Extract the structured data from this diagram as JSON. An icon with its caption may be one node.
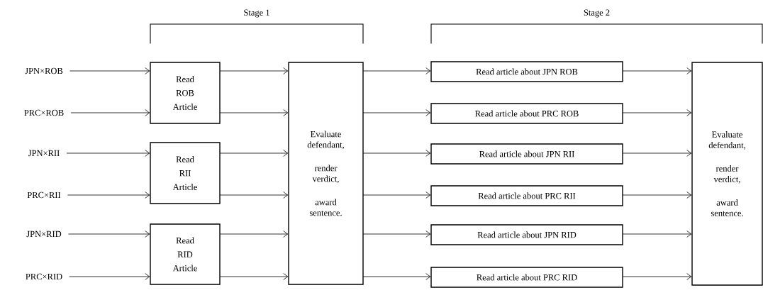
{
  "diagram": {
    "nodes": [
      {
        "text": [
          "JPN×ROB"
        ]
      },
      {
        "text": [
          "PRC×ROB"
        ]
      },
      {
        "text": [
          "JPN×RII"
        ]
      },
      {
        "text": [
          "PRC×RII"
        ]
      },
      {
        "text": [
          "JPN×RID"
        ]
      },
      {
        "text": [
          "PRC×RID"
        ]
      },
      {
        "text": [
          "Read ROB Article"
        ]
      },
      {
        "text": [
          "Read RII Article"
        ]
      },
      {
        "text": [
          "Read RID Article"
        ]
      },
      {
        "text": [
          "Evaluate defendant,",
          "render verdict,",
          "award sentence."
        ]
      },
      {
        "text": [
          "Read article about JPN ROB"
        ]
      },
      {
        "text": [
          "Read article about PRC ROB"
        ]
      },
      {
        "text": [
          "Read article about JPN RII"
        ]
      },
      {
        "text": [
          "Read article about PRC RII"
        ]
      },
      {
        "text": [
          "Read article about JPN RID"
        ]
      },
      {
        "text": [
          "Read article about PRC RID"
        ]
      },
      {
        "text": [
          "Evaluate defendant,",
          "render verdict,",
          "award sentence."
        ]
      }
    ],
    "edges": [
      {
        "from": 0,
        "to": 6,
        "arrow": "to"
      },
      {
        "from": 1,
        "to": 6,
        "arrow": "to"
      },
      {
        "from": 2,
        "to": 7,
        "arrow": "to"
      },
      {
        "from": 3,
        "to": 7,
        "arrow": "to"
      },
      {
        "from": 4,
        "to": 8,
        "arrow": "to"
      },
      {
        "from": 5,
        "to": 8,
        "arrow": "to"
      },
      {
        "from": 6,
        "to": 9,
        "arrow": "to"
      },
      {
        "from": 6,
        "to": 9,
        "arrow": "to"
      },
      {
        "from": 7,
        "to": 9,
        "arrow": "to"
      },
      {
        "from": 7,
        "to": 9,
        "arrow": "to"
      },
      {
        "from": 8,
        "to": 9,
        "arrow": "to"
      },
      {
        "from": 8,
        "to": 9,
        "arrow": "to"
      },
      {
        "from": 9,
        "to": 10,
        "arrow": "to"
      },
      {
        "from": 9,
        "to": 11,
        "arrow": "to"
      },
      {
        "from": 9,
        "to": 12,
        "arrow": "to"
      },
      {
        "from": 9,
        "to": 13,
        "arrow": "to"
      },
      {
        "from": 9,
        "to": 14,
        "arrow": "to"
      },
      {
        "from": 9,
        "to": 15,
        "arrow": "to"
      },
      {
        "from": 10,
        "to": 16,
        "arrow": "to"
      },
      {
        "from": 11,
        "to": 16,
        "arrow": "to"
      },
      {
        "from": 12,
        "to": 16,
        "arrow": "to"
      },
      {
        "from": 13,
        "to": 16,
        "arrow": "to"
      },
      {
        "from": 14,
        "to": 16,
        "arrow": "to"
      },
      {
        "from": 15,
        "to": 16,
        "arrow": "to"
      }
    ],
    "labels": [
      "Stage 1",
      "Stage 2"
    ]
  }
}
